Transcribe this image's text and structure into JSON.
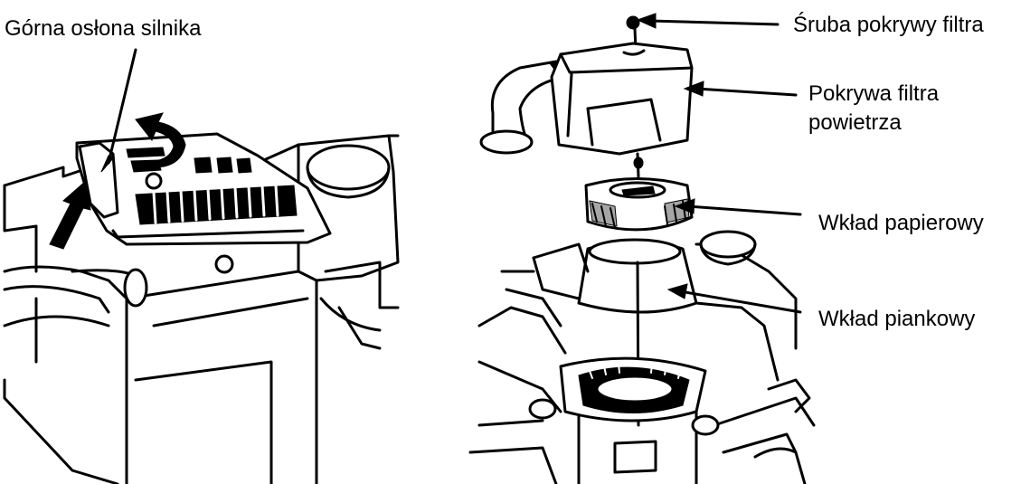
{
  "labels": {
    "top_engine_cover": "Górna osłona silnika",
    "filter_cover_screw": "Śruba pokrywy filtra",
    "air_filter_cover_line1": "Pokrywa filtra",
    "air_filter_cover_line2": "powietrza",
    "paper_element": "Wkład papierowy",
    "foam_element": "Wkład piankowy"
  }
}
